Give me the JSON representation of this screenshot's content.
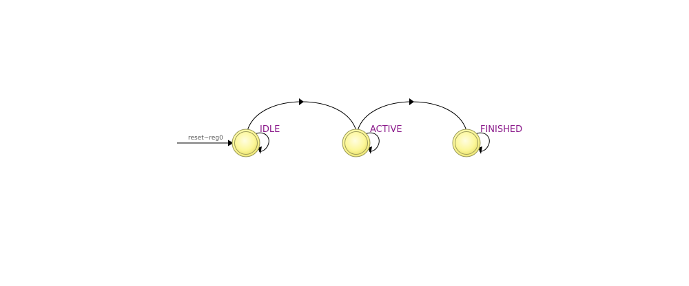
{
  "diagram": {
    "states": [
      {
        "id": "idle",
        "label": "IDLE"
      },
      {
        "id": "active",
        "label": "ACTIVE"
      },
      {
        "id": "finished",
        "label": "FINISHED"
      }
    ],
    "reset": {
      "label": "reset~reg0"
    },
    "colors": {
      "state_label": "#8b1a8b",
      "state_fill": "#fdfa9a",
      "state_stroke": "#9a9a5a",
      "edge": "#000000",
      "reset_text": "#555555"
    }
  }
}
